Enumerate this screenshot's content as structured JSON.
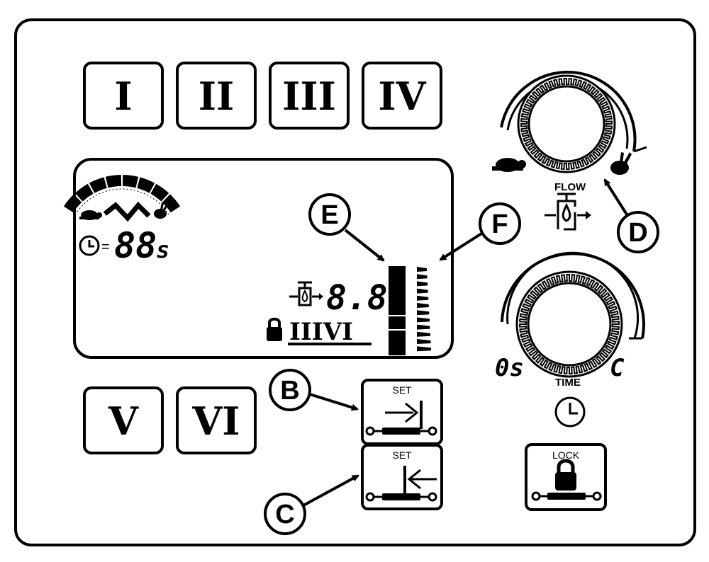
{
  "program_buttons": [
    {
      "id": "btn-1",
      "label": "I"
    },
    {
      "id": "btn-2",
      "label": "II"
    },
    {
      "id": "btn-3",
      "label": "III"
    },
    {
      "id": "btn-4",
      "label": "IV"
    },
    {
      "id": "btn-5",
      "label": "V"
    },
    {
      "id": "btn-6",
      "label": "VI"
    }
  ],
  "display": {
    "timer_value": "88",
    "timer_unit": "s",
    "timer_eq": "=",
    "flow_value": "8.8",
    "program_indicator": "IIIVI"
  },
  "set_buttons": {
    "set_out_label": "SET",
    "set_in_label": "SET"
  },
  "flow_knob": {
    "label": "FLOW"
  },
  "time_knob": {
    "label": "TIME",
    "min_label": "0s",
    "max_label": "C"
  },
  "lock_button": {
    "label": "LOCK"
  },
  "callouts": {
    "b": "B",
    "c": "C",
    "d": "D",
    "e": "E",
    "f": "F"
  }
}
